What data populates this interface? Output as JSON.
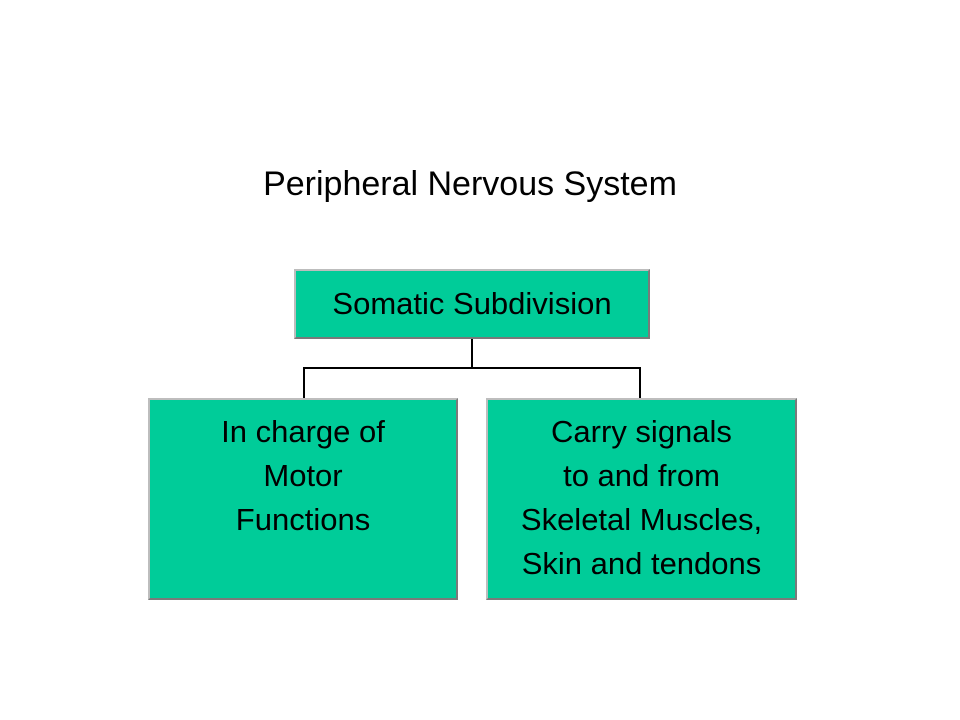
{
  "title": "Peripheral Nervous System",
  "colors": {
    "box_fill": "#00cc99",
    "connector": "#000000"
  },
  "root": {
    "label": "Somatic Subdivision"
  },
  "children": [
    {
      "lines": [
        "In charge of",
        "Motor",
        "Functions"
      ]
    },
    {
      "lines": [
        "Carry signals",
        "to and from",
        "Skeletal Muscles,",
        "Skin and tendons"
      ]
    }
  ]
}
